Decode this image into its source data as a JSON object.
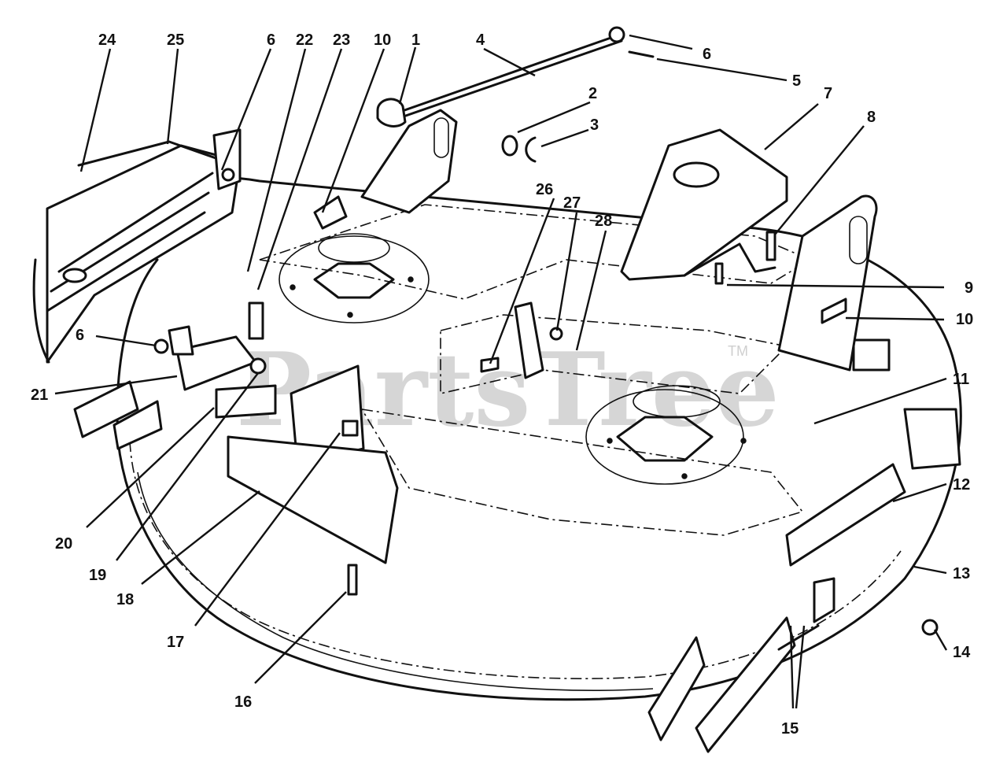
{
  "diagram": {
    "watermark": "PartsTree",
    "trademark": "TM",
    "callouts": [
      "24",
      "25",
      "6",
      "22",
      "23",
      "10",
      "1",
      "4",
      "6",
      "5",
      "2",
      "3",
      "7",
      "8",
      "9",
      "10",
      "26",
      "27",
      "28",
      "6",
      "21",
      "20",
      "19",
      "18",
      "17",
      "16",
      "11",
      "12",
      "13",
      "14",
      "15"
    ]
  }
}
